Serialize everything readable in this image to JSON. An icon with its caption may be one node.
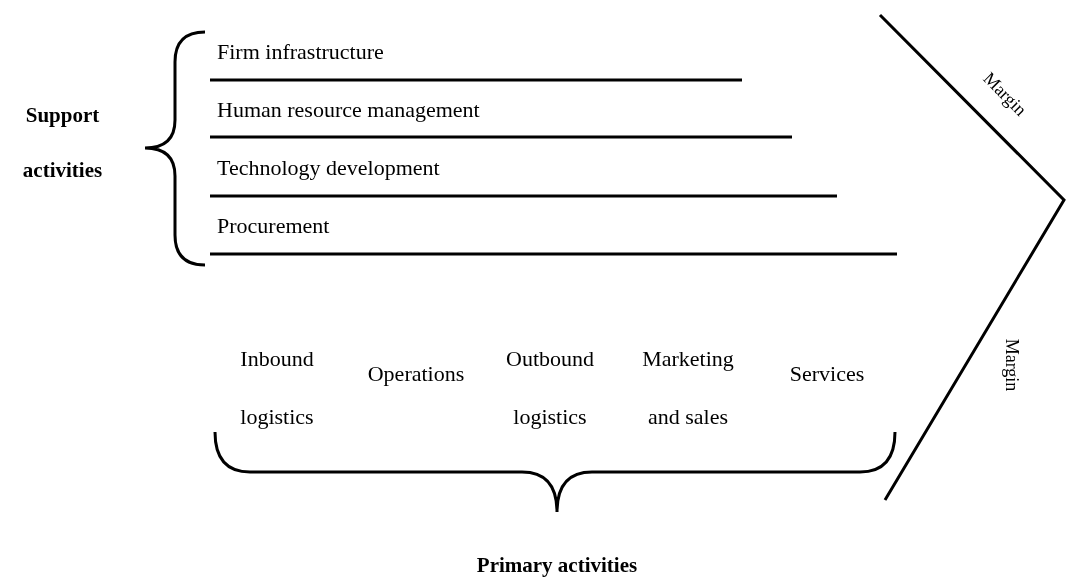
{
  "diagram": {
    "labels": [
      "Firm infrastructure",
      "Margin",
      "Support activities",
      "Human resource management",
      "Technology development",
      "Procurement",
      "Inbound logistics",
      "Operations",
      "Outbound logistics",
      "Marketing and sales",
      "Margin",
      "Services",
      "Primary activities"
    ]
  }
}
